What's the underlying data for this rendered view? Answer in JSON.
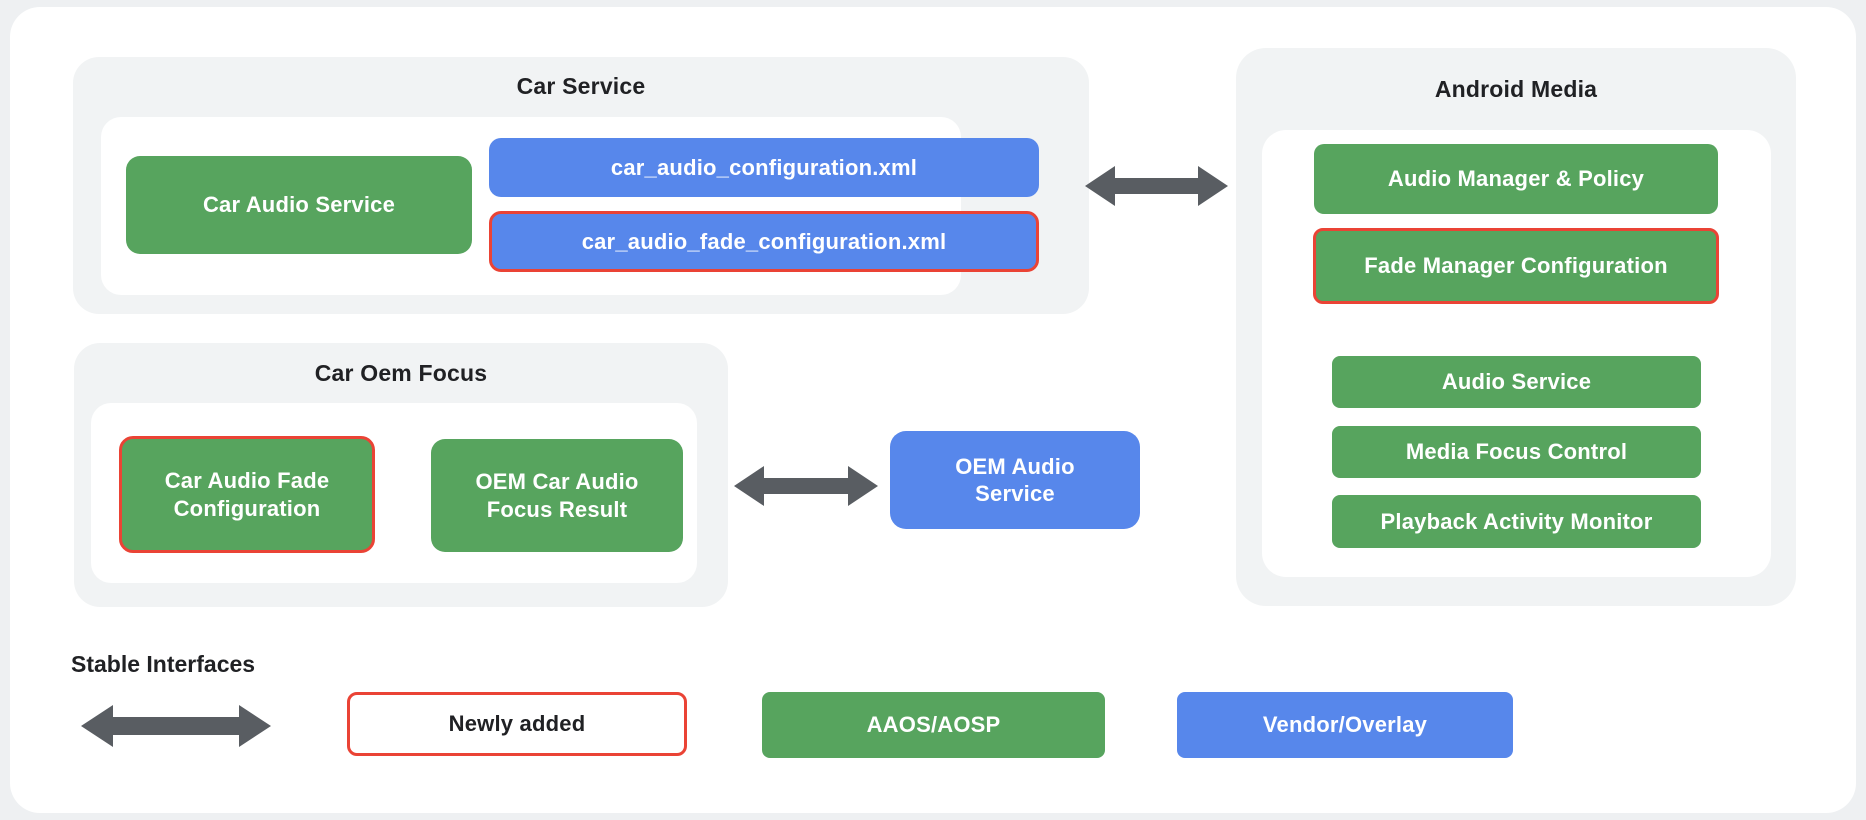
{
  "colors": {
    "aaos_green": "#57a45e",
    "vendor_blue": "#5787eb",
    "newly_added_red": "#ea4335",
    "arrow_gray": "#595d62",
    "panel_gray": "#f1f3f4",
    "card_white": "#ffffff",
    "title_text": "#202124"
  },
  "panels": {
    "car_service": {
      "title": "Car Service",
      "car_audio_service": "Car Audio Service",
      "config_xml": "car_audio_configuration.xml",
      "fade_config_xml": "car_audio_fade_configuration.xml"
    },
    "car_oem_focus": {
      "title": "Car Oem Focus",
      "car_audio_fade_configuration": "Car Audio Fade Configuration",
      "oem_car_audio_focus_result": "OEM Car Audio Focus Result"
    },
    "android_media": {
      "title": "Android Media",
      "audio_manager_policy": "Audio Manager & Policy",
      "fade_manager_configuration": "Fade Manager Configuration",
      "audio_service": "Audio Service",
      "media_focus_control": "Media Focus Control",
      "playback_activity_monitor": "Playback Activity Monitor"
    },
    "oem_audio_service": {
      "label": "OEM Audio Service"
    }
  },
  "legend": {
    "stable_interfaces": "Stable Interfaces",
    "newly_added": "Newly added",
    "aaos_aosp": "AAOS/AOSP",
    "vendor_overlay": "Vendor/Overlay"
  }
}
